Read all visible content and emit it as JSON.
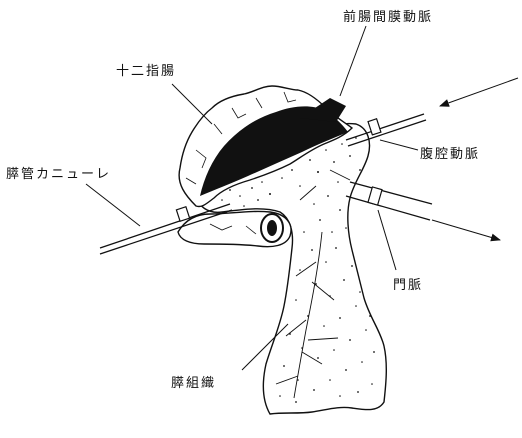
{
  "labels": {
    "superior_mesenteric_artery": "前腸間膜動脈",
    "duodenum": "十二指腸",
    "celiac_artery": "腹腔動脈",
    "pancreatic_duct_cannula": "膵管カニューレ",
    "portal_vein": "門脈",
    "pancreatic_tissue": "膵組織"
  },
  "colors": {
    "ink": "#111111",
    "background": "#ffffff",
    "lumen_fill": "#111111"
  }
}
